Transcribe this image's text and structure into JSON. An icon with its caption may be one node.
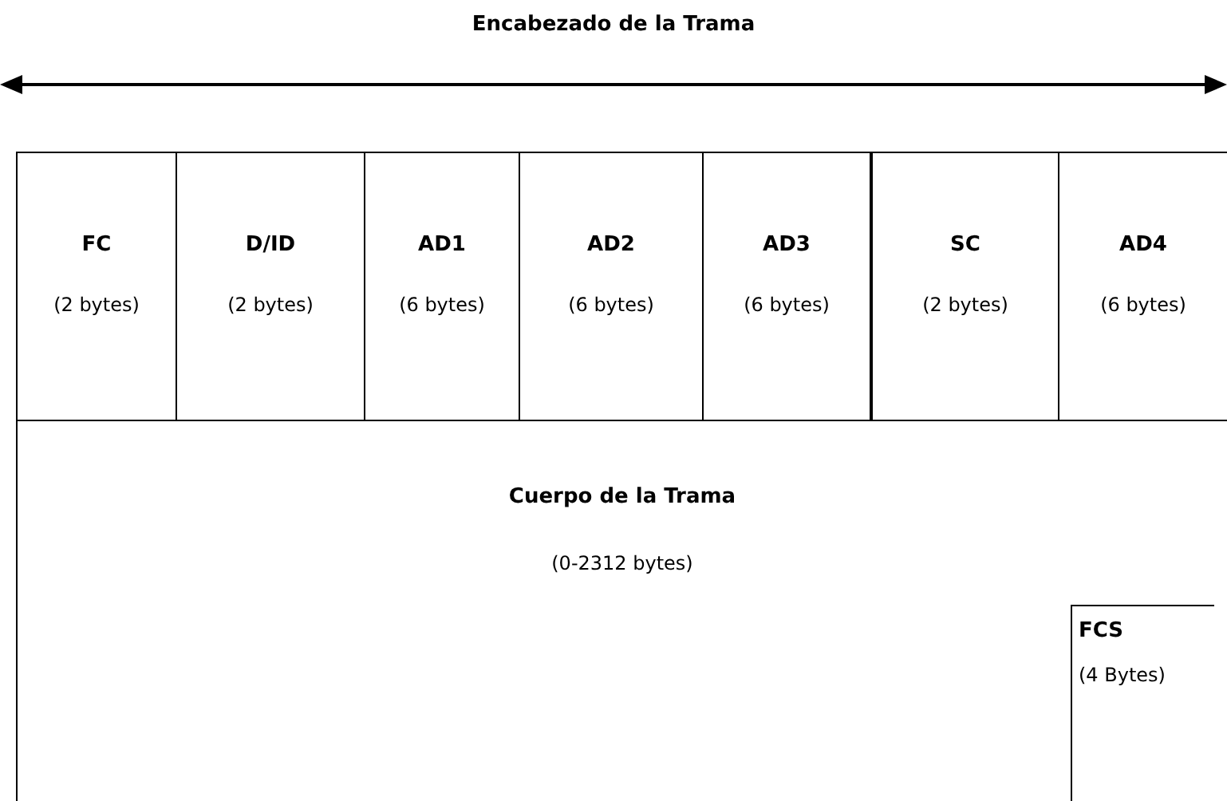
{
  "diagram": {
    "nodes": [
      {
        "text": [
          "FC",
          "(2 bytes)"
        ]
      },
      {
        "text": [
          "D/ID",
          "(2 bytes)"
        ]
      },
      {
        "text": [
          "AD1",
          "(6 bytes)"
        ]
      },
      {
        "text": [
          "AD2",
          "(6 bytes)"
        ]
      },
      {
        "text": [
          "AD3",
          "(6 bytes)"
        ]
      },
      {
        "text": [
          "SC",
          "(2 bytes)"
        ]
      },
      {
        "text": [
          "AD4",
          "(6 bytes)"
        ]
      },
      {
        "text": [
          "Cuerpo de la Trama",
          "(0-2312 bytes)"
        ]
      },
      {
        "text": [
          "FCS",
          "(4 Bytes)"
        ],
        "in": 7
      }
    ],
    "edges": [],
    "labels": [
      "Encabezado de la Trama"
    ]
  }
}
